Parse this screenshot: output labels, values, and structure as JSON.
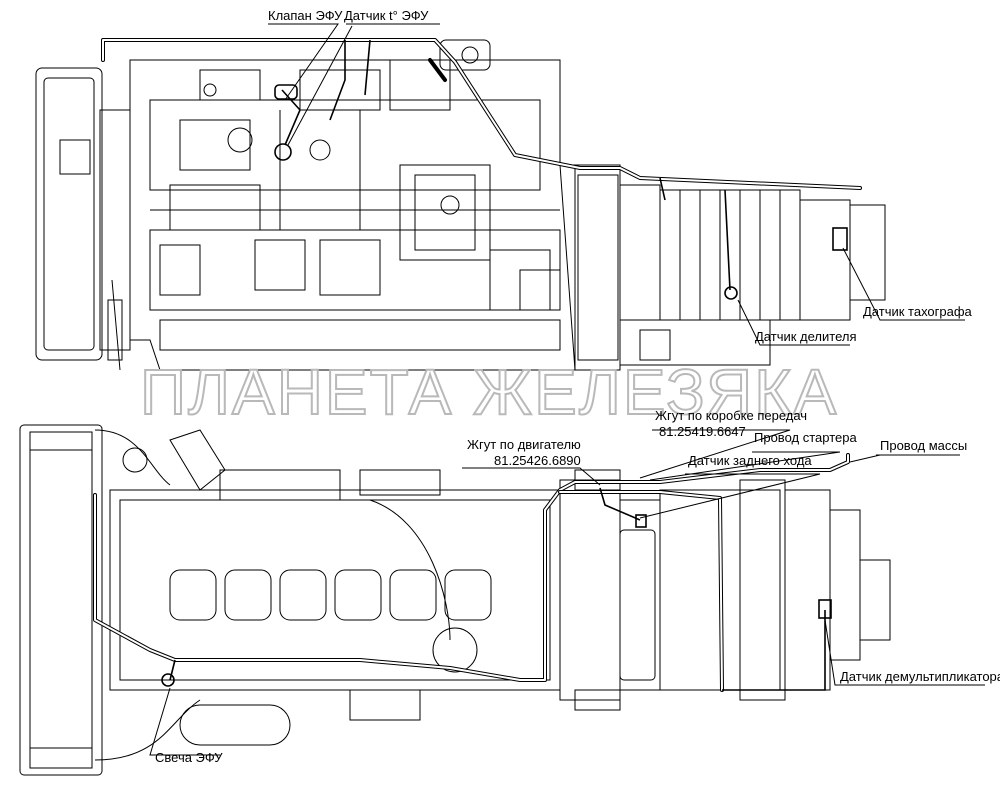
{
  "watermark": "ПЛАНЕТА ЖЕЛЕЗЯКА",
  "labels": {
    "klapan_efu": "Клапан ЭФУ",
    "datchik_t_efu": "Датчик t° ЭФУ",
    "datchik_takhografa": "Датчик тахографа",
    "datchik_delitelya": "Датчик делителя",
    "zhgut_korobka": "Жгут по коробке передач",
    "zhgut_korobka_num": "81.25419.6647",
    "zhgut_dvigatel": "Жгут по двигателю",
    "zhgut_dvigatel_num": "81.25426.6890",
    "provod_startera": "Провод стартера",
    "provod_massy": "Провод массы",
    "datchik_zadnego_khoda": "Датчик заднего хода",
    "datchik_demultiplikatora": "Датчик демультипликатора",
    "svecha_efu": "Свеча ЭФУ"
  }
}
